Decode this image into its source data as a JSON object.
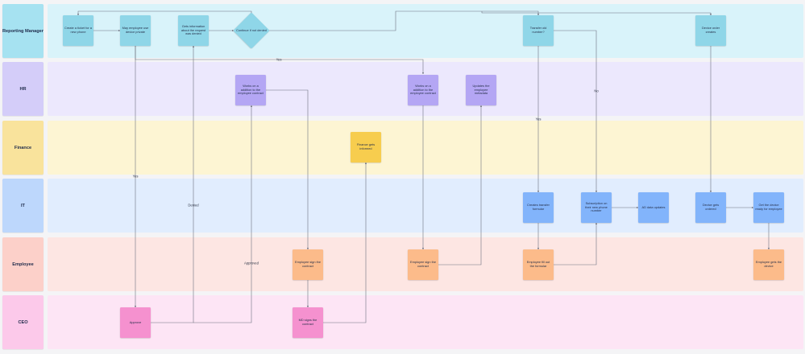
{
  "lanes": [
    {
      "label": "Reporting Manager",
      "label_color": "#a6e2f1",
      "body_color": "#d9f3fa"
    },
    {
      "label": "HR",
      "label_color": "#d4cdf9",
      "body_color": "#ece8fd"
    },
    {
      "label": "Finance",
      "label_color": "#f9e39c",
      "body_color": "#fdf5d3"
    },
    {
      "label": "IT",
      "label_color": "#bdd7fc",
      "body_color": "#e1edfe"
    },
    {
      "label": "Employee",
      "label_color": "#fcd0c9",
      "body_color": "#fde6e3"
    },
    {
      "label": "CEO",
      "label_color": "#fcc9ea",
      "body_color": "#fde5f5"
    }
  ],
  "nodes": {
    "create_ticket": "Create a ticket for a new phone",
    "may_employee": "May employee use device private",
    "gets_information": "Gets information about the request was denied",
    "continue_if_not_denied": "Continue if not denied",
    "transfer_old_number": "Transfer old number?",
    "device_order_creates": "Device order creates",
    "hr_works_1": "Works on a addition to the employee contract",
    "hr_works_2": "Works on a addition to the employee contract",
    "update_metadata": "Updates the employee metadata",
    "finance_gets_informed": "Finance gets informed",
    "creates_transfer": "Creates transfer formular",
    "subscription": "Subscription on their new phone number",
    "ad_data": "AD data updates",
    "device_ordered": "Device gets ordered",
    "get_device_ready": "Get the device ready for employee",
    "employee_sign_1": "Employee sign the contract",
    "employee_sign_2": "Employee sign the contract",
    "employee_fill": "Employee fill out the formular",
    "employee_gets_device": "Employee gets the device",
    "approve": "Approve",
    "md_signs": "MD signs the contract"
  },
  "edge_labels": {
    "yes_ceo": "Yes",
    "denied": "Denied",
    "approved": "Approved",
    "yes_top": "Yes",
    "yes_transfer": "Yes",
    "no_transfer": "No"
  },
  "colors": {
    "edge": "#6e7280",
    "teal": "#8fd6e8",
    "purple": "#b4a6f4",
    "yellow": "#f7cd4e",
    "blue": "#82b4fb",
    "orange": "#fcbb8a",
    "pink": "#f591cf"
  }
}
